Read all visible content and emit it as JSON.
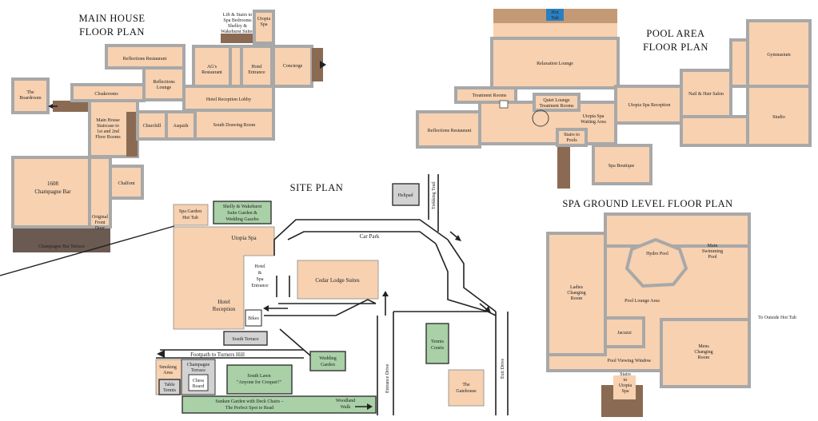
{
  "titles": {
    "main_house_1": "MAIN HOUSE",
    "main_house_2": "FLOOR PLAN",
    "pool_area_1": "POOL AREA",
    "pool_area_2": "FLOOR PLAN",
    "site_plan": "SITE PLAN",
    "spa_ground": "SPA GROUND LEVEL FLOOR PLAN"
  },
  "main_house": {
    "reflections_restaurant": "Reflections Restaurant",
    "lift_1": "Lift & Stairs to",
    "lift_2": "Spa Bedrooms",
    "lift_3": "Shelley &",
    "lift_4": "Wakehurst Suites",
    "utopia_1": "Utopia",
    "utopia_2": "Spa",
    "ags_1": "AG's",
    "ags_2": "Restaurant",
    "hotel_entrance_1": "Hotel",
    "hotel_entrance_2": "Entrance",
    "concierge": "Concierge",
    "cloakrooms": "Cloakrooms",
    "reflections_lounge_1": "Reflections",
    "reflections_lounge_2": "Lounge",
    "boardroom_1": "The",
    "boardroom_2": "Boardroom",
    "hotel_reception_lobby": "Hotel Reception Lobby",
    "staircase_1": "Main House",
    "staircase_2": "Staircase to",
    "staircase_3": "1st and 2nd",
    "staircase_4": "Floor Rooms",
    "churchill": "Churchill",
    "asquith": "Asquith",
    "south_drawing_room": "South Drawing Room",
    "champagne_bar_1": "1608",
    "champagne_bar_2": "Champagne Bar",
    "chalfont": "Chalfont",
    "front_door_1": "Original",
    "front_door_2": "Front",
    "front_door_3": "Door",
    "champagne_terrace": "Champagne Bar Terrace"
  },
  "site": {
    "spa_garden_1": "Spa Garden",
    "spa_garden_2": "Hot Tub",
    "shelly_1": "Shelly & Wakehurst",
    "shelly_2": "Suite Garden &",
    "shelly_3": "Wedding Gazebo",
    "utopia_spa": "Utopia Spa",
    "hotel_spa_1": "Hotel",
    "hotel_spa_2": "&",
    "hotel_spa_3": "Spa",
    "hotel_spa_4": "Entrance",
    "hotel_reception_1": "Hotel",
    "hotel_reception_2": "Reception",
    "bikes": "Bikes",
    "car_park": "Car Park",
    "cedar_lodge": "Cedar Lodge Suites",
    "helipad": "Helipad",
    "trekking_trail": "Trekking Trail",
    "south_terrace": "South Terrace",
    "footpath": "Footpath to Turners Hill",
    "wedding_garden_1": "Wedding",
    "wedding_garden_2": "Garden",
    "smoking_1": "Smoking",
    "smoking_2": "Area",
    "champagne_terrace_1": "Champagne",
    "champagne_terrace_2": "Terrace",
    "chess_1": "Chess",
    "chess_2": "Board",
    "table_tennis_1": "Table",
    "table_tennis_2": "Tennis",
    "south_lawn_1": "South Lawn",
    "south_lawn_2": "\"Anyone for Croquet?\"",
    "sunken_1": "Sunken Garden with Deck Chairs –",
    "sunken_2": "The Perfect Spot to Read",
    "woodland_1": "Woodland",
    "woodland_2": "Walk",
    "entrance_drive": "Entrance Drive",
    "exit_drive": "Exit Drive",
    "tennis_1": "Tennis",
    "tennis_2": "Courts",
    "gatehouse_1": "The",
    "gatehouse_2": "Gatehouse"
  },
  "pool_area": {
    "hot_tub_1": "Hot",
    "hot_tub_2": "Tub",
    "relaxation_lounge": "Relaxation Lounge",
    "gymnasium": "Gymnasium",
    "treatment_rooms": "Treatment Rooms",
    "quiet_lounge_1": "Quiet Lounge",
    "quiet_lounge_2": "Treatment Rooms",
    "utopia_reception": "Utopia Spa Reception",
    "nail_hair": "Nail & Hair Salon",
    "reflections_restaurant": "Reflections Restaurant",
    "waiting_1": "Utopia Spa",
    "waiting_2": "Waiting Area",
    "studio": "Studio",
    "stairs_pools_1": "Stairs to",
    "stairs_pools_2": "Pools",
    "spa_boutique": "Spa Boutique"
  },
  "spa_ground": {
    "hydro_pool": "Hydro Pool",
    "main_pool_1": "Main",
    "main_pool_2": "Swimming",
    "main_pool_3": "Pool",
    "ladies_1": "Ladies",
    "ladies_2": "Changing",
    "ladies_3": "Room",
    "pool_lounge": "Pool Lounge Area",
    "outside_hot_tub": "To Outside Hot Tub",
    "jacuzzi": "Jacuzzi",
    "mens_1": "Mens",
    "mens_2": "Changing",
    "mens_3": "Room",
    "pool_viewing": "Pool Viewing Window",
    "stairs_spa_1": "Stairs",
    "stairs_spa_2": "to",
    "stairs_spa_3": "Utopia",
    "stairs_spa_4": "Spa"
  },
  "colors": {
    "room_fill": "#f7d1b0",
    "wall": "#a8a8a8",
    "garden": "#a9d0a6",
    "grey_block": "#d2d2d2",
    "stairs": "#8a6a52",
    "hot_tub": "#2a7fc0",
    "terrace": "#6b5a52"
  }
}
